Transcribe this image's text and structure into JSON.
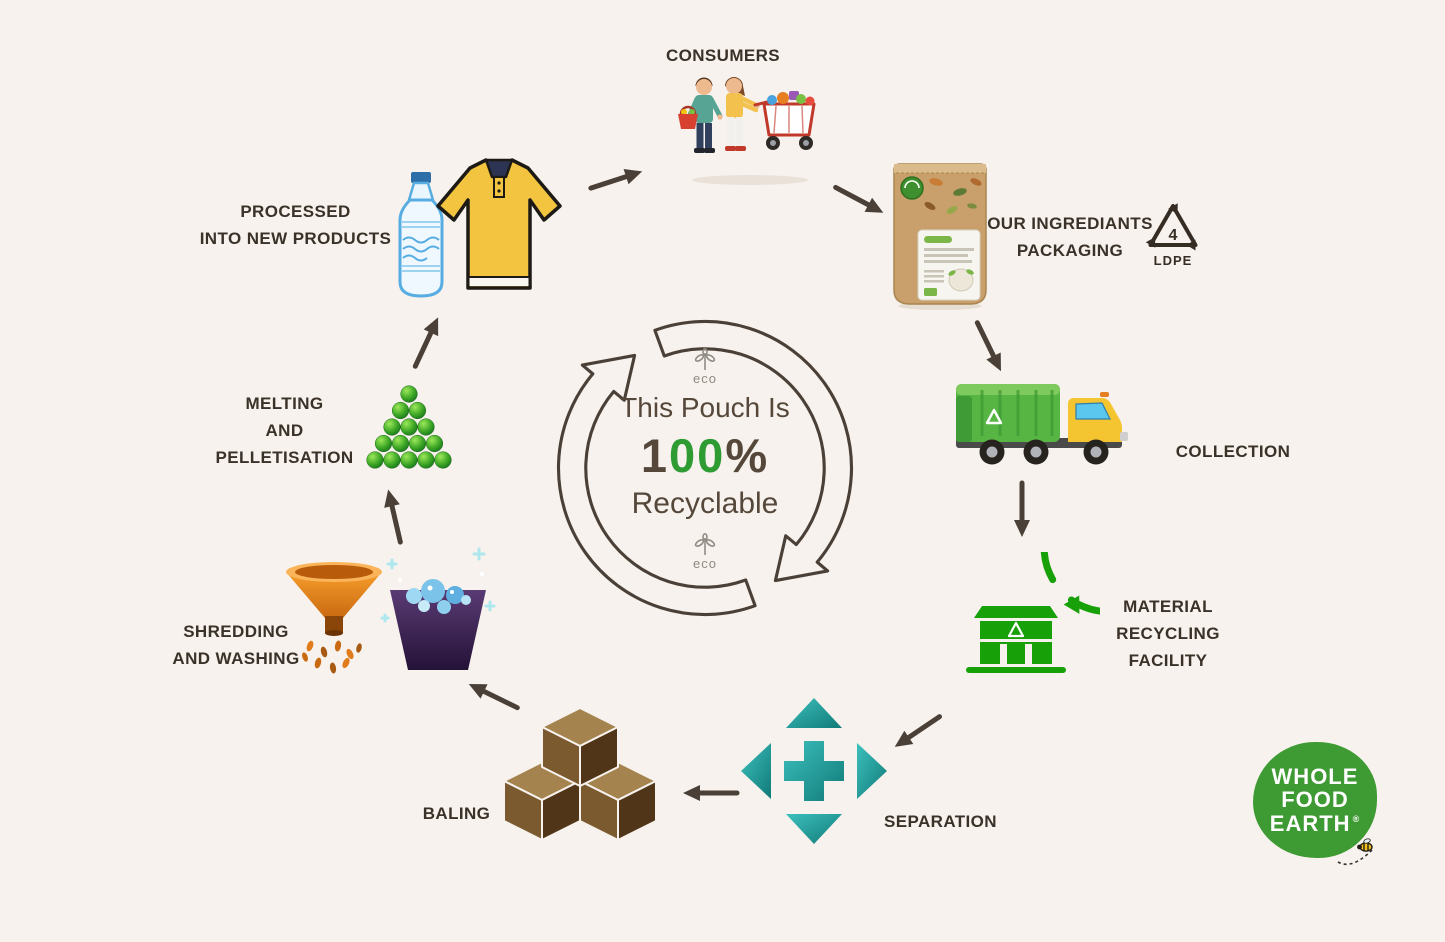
{
  "colors": {
    "background": "#f7f2ed",
    "label_text": "#3a3129",
    "cycle_arrow": "#4a4037",
    "accent_green": "#18a008",
    "teal": "#2aa5a2",
    "brand_green": "#3e9a33",
    "kraft_brown": "#c9a06b",
    "orange": "#ef8a1e",
    "shirt_yellow": "#f2c440"
  },
  "center": {
    "eco_label": "eco",
    "line1": "This Pouch Is",
    "percent_prefix": "1",
    "percent_zeros": "00",
    "percent_suffix": "%",
    "line3": "Recyclable"
  },
  "steps": [
    {
      "id": "consumers",
      "label": "CONSUMERS"
    },
    {
      "id": "packaging",
      "label": "OUR INGREDIANTS\nPACKAGING"
    },
    {
      "id": "collection",
      "label": "COLLECTION"
    },
    {
      "id": "material-recycling-facility",
      "label": "MATERIAL\nRECYCLING\nFACILITY"
    },
    {
      "id": "separation",
      "label": "SEPARATION"
    },
    {
      "id": "baling",
      "label": "BALING"
    },
    {
      "id": "shredding-washing",
      "label": "SHREDDING\nAND WASHING"
    },
    {
      "id": "melting-pelletisation",
      "label": "MELTING\nAND\nPELLETISATION"
    },
    {
      "id": "processed",
      "label": "PROCESSED\nINTO NEW PRODUCTS"
    }
  ],
  "ldpe": {
    "code": "4",
    "label": "LDPE"
  },
  "logo": {
    "line1": "WHOLE",
    "line2": "FOOD",
    "line3": "EARTH",
    "registered": "®"
  }
}
